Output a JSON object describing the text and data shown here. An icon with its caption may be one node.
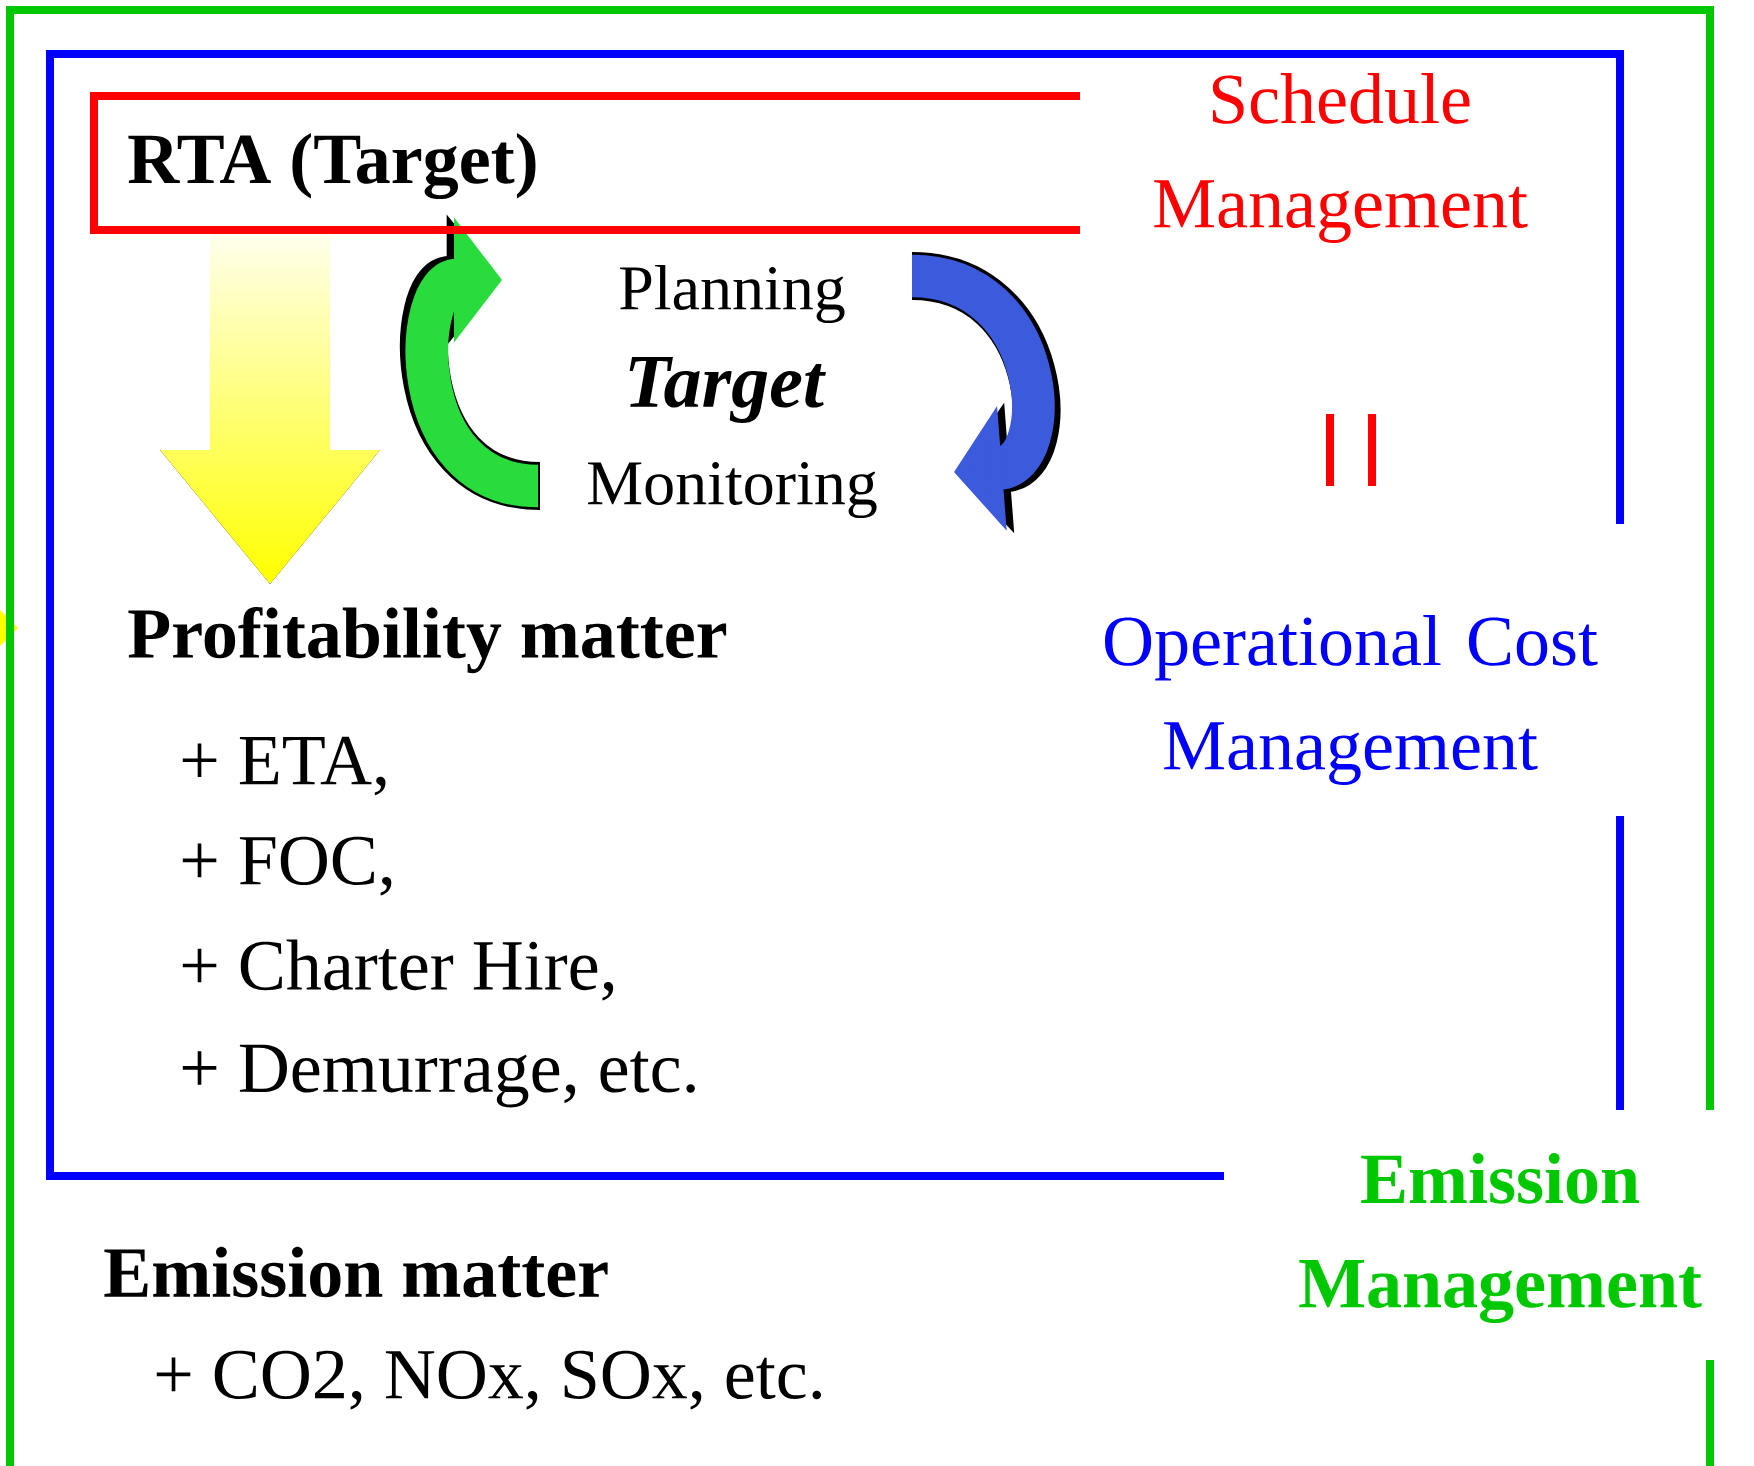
{
  "diagram": {
    "nodes": [
      {
        "text": [
          "Emission matter",
          "+ CO2, NOx, SOx, etc.",
          "Emission Management"
        ]
      },
      {
        "text": [
          "Profitability matter",
          "+ ETA,",
          "+ FOC,",
          "+ Charter Hire,",
          "+ Demurrage, etc.",
          "Operational Cost Management"
        ],
        "in": 0
      },
      {
        "text": [
          "RTA (Target)",
          "Schedule Management"
        ],
        "in": 1
      }
    ],
    "labels": [
      "Planning",
      "Target",
      "Monitoring"
    ]
  }
}
